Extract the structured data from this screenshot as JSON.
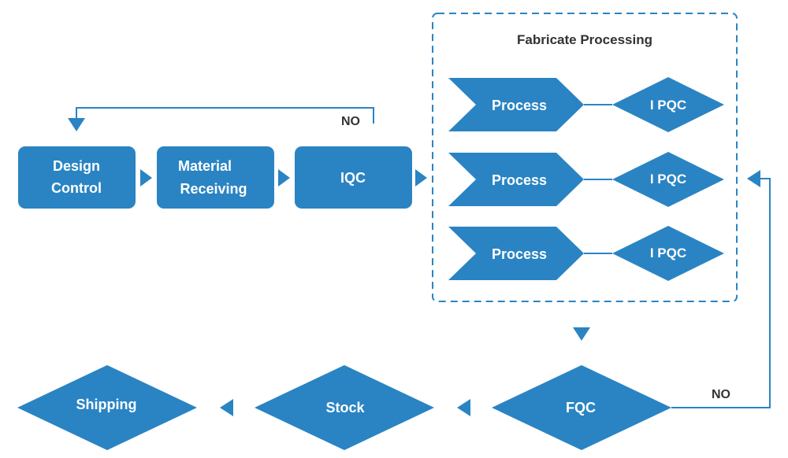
{
  "colors": {
    "shape_fill": "#2a84c3",
    "line": "#2a84c3",
    "shape_text": "#ffffff",
    "label_text": "#333333"
  },
  "group_title": "Fabricate Processing",
  "steps": {
    "design_line1": "Design",
    "design_line2": "Control",
    "material_line1": "Material",
    "material_line2": "Receiving",
    "iqc": "IQC",
    "fqc": "FQC",
    "stock": "Stock",
    "shipping": "Shipping"
  },
  "process_rows": [
    {
      "process": "Process",
      "check": "I PQC"
    },
    {
      "process": "Process",
      "check": "I PQC"
    },
    {
      "process": "Process",
      "check": "I PQC"
    }
  ],
  "loop_labels": {
    "iqc_no": "NO",
    "fqc_no": "NO"
  }
}
